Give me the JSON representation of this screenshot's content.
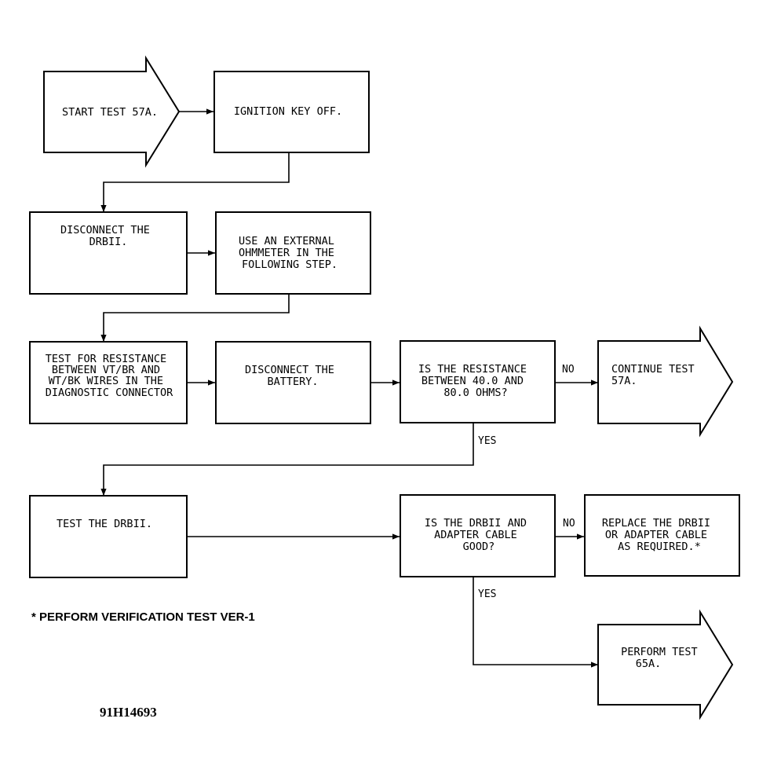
{
  "nodes": {
    "start": [
      "START TEST 57A."
    ],
    "ign_off": [
      "IGNITION KEY OFF."
    ],
    "disconnect_drbii": [
      "DISCONNECT THE",
      "DRBII."
    ],
    "use_ohmmeter": [
      "USE AN EXTERNAL",
      "OHMMETER IN THE",
      "FOLLOWING STEP."
    ],
    "test_resistance": [
      "TEST FOR RESISTANCE",
      "BETWEEN VT/BR AND",
      "WT/BK WIRES IN THE",
      "DIAGNOSTIC CONNECTOR"
    ],
    "disconnect_battery": [
      "DISCONNECT THE",
      "BATTERY."
    ],
    "q_resistance": [
      "IS THE RESISTANCE",
      "BETWEEN 40.0 AND",
      "80.0 OHMS?"
    ],
    "continue_57a": [
      "CONTINUE TEST",
      "57A."
    ],
    "test_drbii": [
      "TEST THE DRBII."
    ],
    "q_drbii_good": [
      "IS THE DRBII AND",
      "ADAPTER CABLE",
      "GOOD?"
    ],
    "replace_drbii": [
      "REPLACE THE DRBII",
      "OR ADAPTER CABLE",
      "AS REQUIRED.*"
    ],
    "perform_65a": [
      "PERFORM TEST",
      "65A."
    ]
  },
  "labels": {
    "no_1": "NO",
    "yes_1": "YES",
    "no_2": "NO",
    "yes_2": "YES"
  },
  "footnote": "* PERFORM VERIFICATION TEST VER-1",
  "figure_id": "91H14693"
}
